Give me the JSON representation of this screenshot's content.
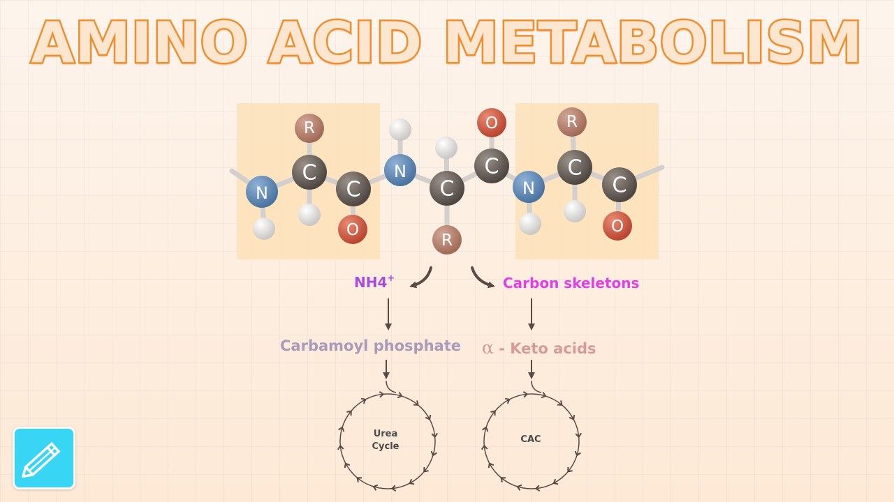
{
  "title": "AMINO ACID METABOLISM",
  "molecule": {
    "atoms": [
      "R",
      "C",
      "N",
      "C",
      "O",
      "N",
      "C",
      "R",
      "O",
      "C",
      "N",
      "R",
      "C",
      "O",
      "C"
    ]
  },
  "branches": {
    "nitrogen": {
      "label": "NH4",
      "superscript": "+"
    },
    "carbon": {
      "label": "Carbon skeletons"
    }
  },
  "intermediates": {
    "left": "Carbamoyl phosphate",
    "right_symbol": "α",
    "right_text": " - Keto acids"
  },
  "cycles": {
    "left_line1": "Urea",
    "left_line2": "Cycle",
    "right": "CAC"
  },
  "colors": {
    "title_fill": "#fde6cf",
    "title_stroke": "#f08d2d",
    "nh4": "#a54cd9",
    "carbon": "#e040e3",
    "carbamoyl": "#a89ab8",
    "keto": "#d69a9a",
    "carbon_atom": "#6b625c",
    "nitrogen_atom": "#5b86b3",
    "oxygen_atom": "#cc5a44",
    "r_group": "#b78270",
    "hydrogen": "#e6e6e6",
    "logo": "#38d6f4"
  },
  "logo_icon": "pencil-icon"
}
